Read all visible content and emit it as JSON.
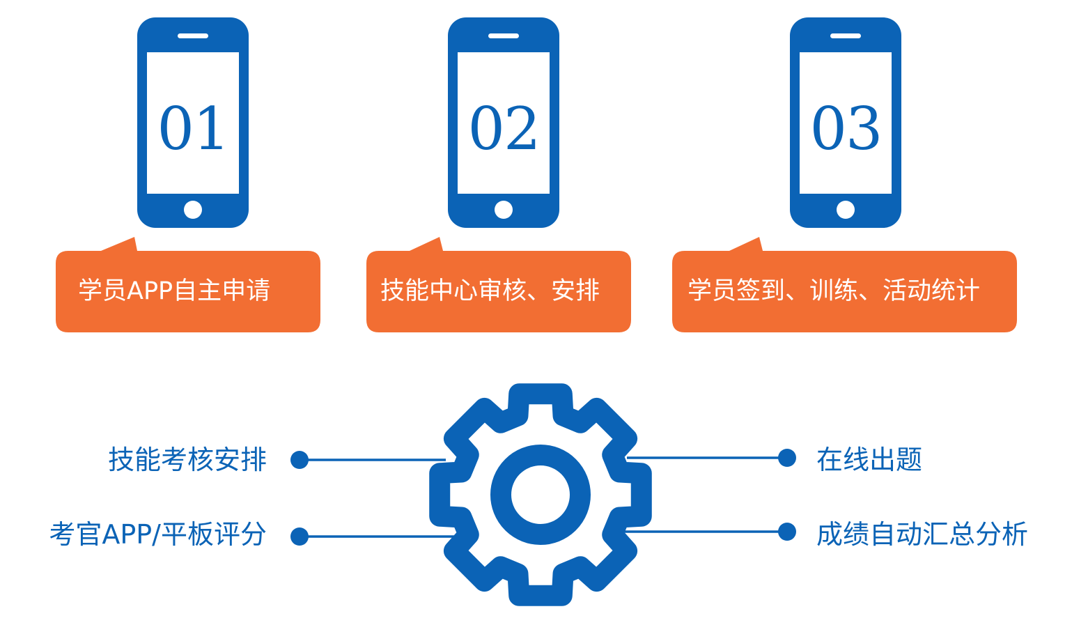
{
  "colors": {
    "primary_blue": "#0b63b6",
    "accent_orange": "#f26e33",
    "background": "#ffffff"
  },
  "steps": [
    {
      "number": "01",
      "label": "学员APP自主申请"
    },
    {
      "number": "02",
      "label": "技能中心审核、安排"
    },
    {
      "number": "03",
      "label": "学员签到、训练、活动统计"
    }
  ],
  "center_icon": "gear-icon",
  "features": {
    "left": [
      {
        "label": "技能考核安排"
      },
      {
        "label": "考官APP/平板评分"
      }
    ],
    "right": [
      {
        "label": "在线出题"
      },
      {
        "label": "成绩自动汇总分析"
      }
    ]
  }
}
